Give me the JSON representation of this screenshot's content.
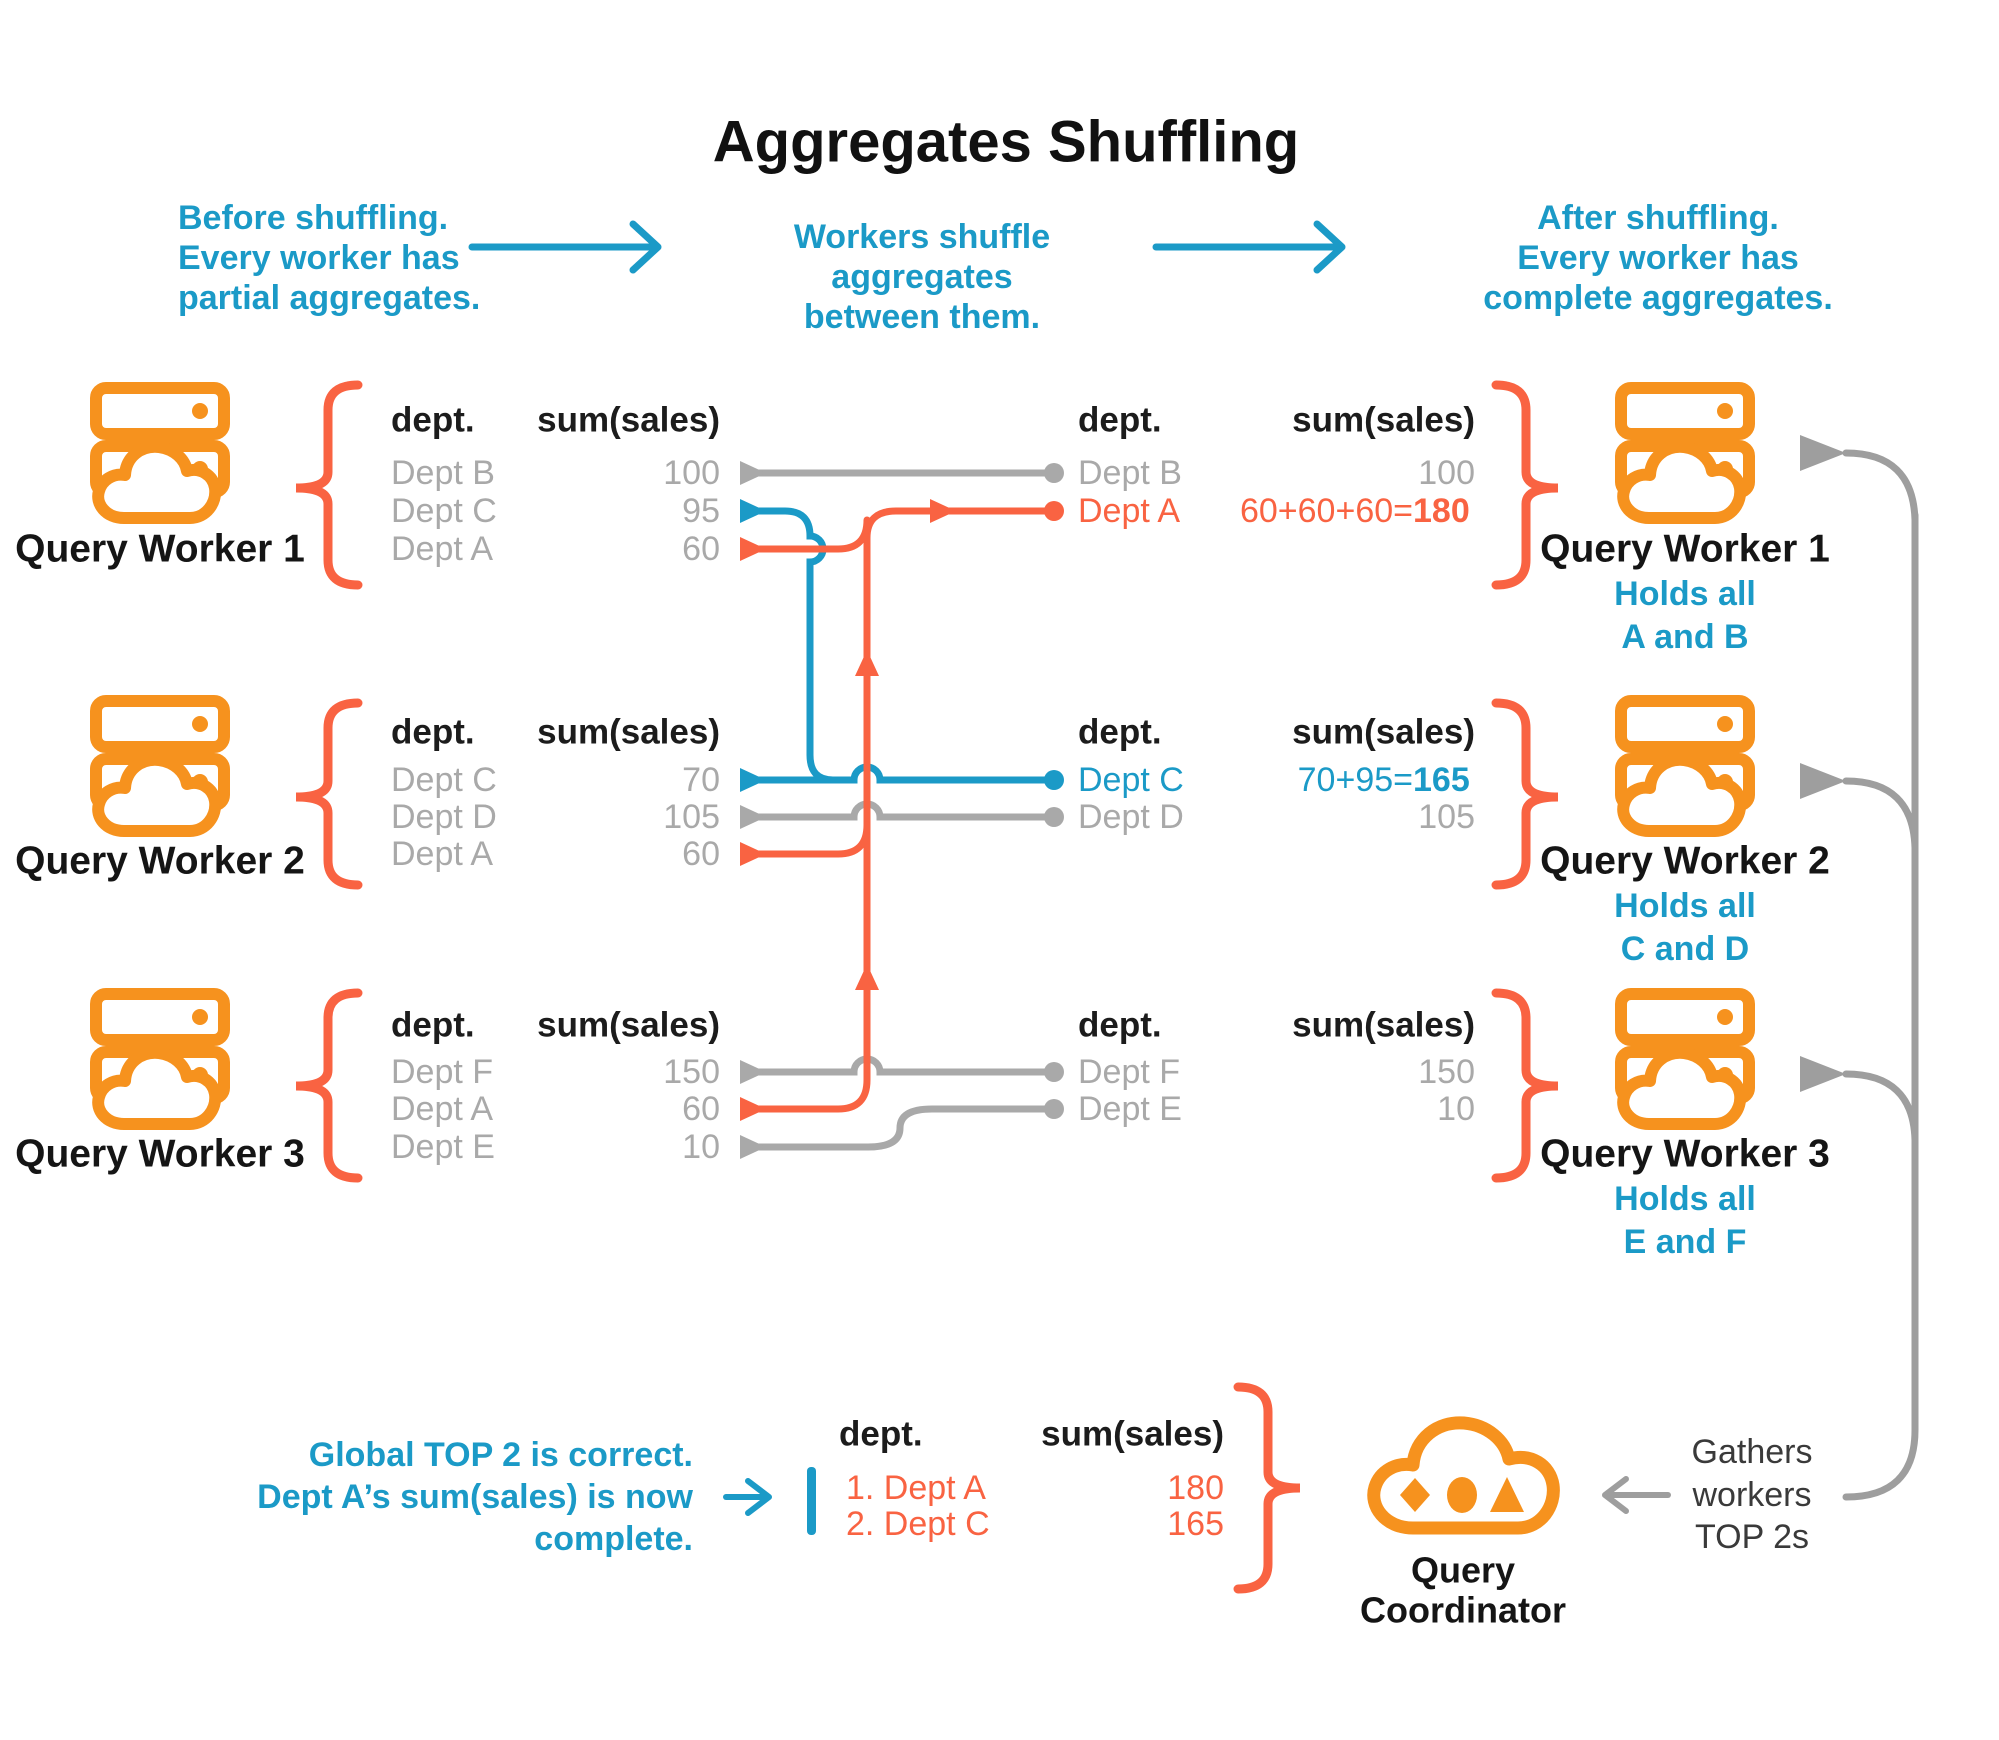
{
  "title": "Aggregates Shuffling",
  "colors": {
    "blue": "#1b9ac7",
    "icon_orange": "#f6921e",
    "accent_orange": "#f96342",
    "gray": "#a9a9a9"
  },
  "flow": {
    "before": {
      "l1": "Before shuffling.",
      "l2": "Every worker has",
      "l3": "partial aggregates."
    },
    "during": {
      "l1": "Workers shuffle",
      "l2": "aggregates",
      "l3": "between them."
    },
    "after": {
      "l1": "After shuffling.",
      "l2": "Every worker has",
      "l3": "complete aggregates."
    }
  },
  "cols": {
    "dept": "dept.",
    "sum": "sum(sales)"
  },
  "w1": {
    "name": "Query Worker 1",
    "b1d": "Dept B",
    "b1v": "100",
    "b2d": "Dept C",
    "b2v": "95",
    "b3d": "Dept A",
    "b3v": "60",
    "a1d": "Dept B",
    "a1v": "100",
    "a2d": "Dept A",
    "a2p": "60+60+60=",
    "a2b": "180",
    "holds1": "Holds all",
    "holds2": "A and B"
  },
  "w2": {
    "name": "Query Worker 2",
    "b1d": "Dept C",
    "b1v": "70",
    "b2d": "Dept D",
    "b2v": "105",
    "b3d": "Dept A",
    "b3v": "60",
    "a1d": "Dept C",
    "a1p": "70+95=",
    "a1b": "165",
    "a2d": "Dept D",
    "a2v": "105",
    "holds1": "Holds all",
    "holds2": "C and D"
  },
  "w3": {
    "name": "Query Worker 3",
    "b1d": "Dept F",
    "b1v": "150",
    "b2d": "Dept A",
    "b2v": "60",
    "b3d": "Dept E",
    "b3v": "10",
    "a1d": "Dept F",
    "a1v": "150",
    "a2d": "Dept E",
    "a2v": "10",
    "holds1": "Holds all",
    "holds2": "E and F"
  },
  "coord": {
    "line1": "Query",
    "line2": "Coordinator",
    "r1d": "1. Dept A",
    "r1v": "180",
    "r2d": "2. Dept C",
    "r2v": "165",
    "note1": "Global TOP 2 is correct.",
    "note2": "Dept A’s sum(sales) is now",
    "note3": "complete.",
    "g1": "Gathers",
    "g2": "workers",
    "g3": "TOP 2s"
  }
}
